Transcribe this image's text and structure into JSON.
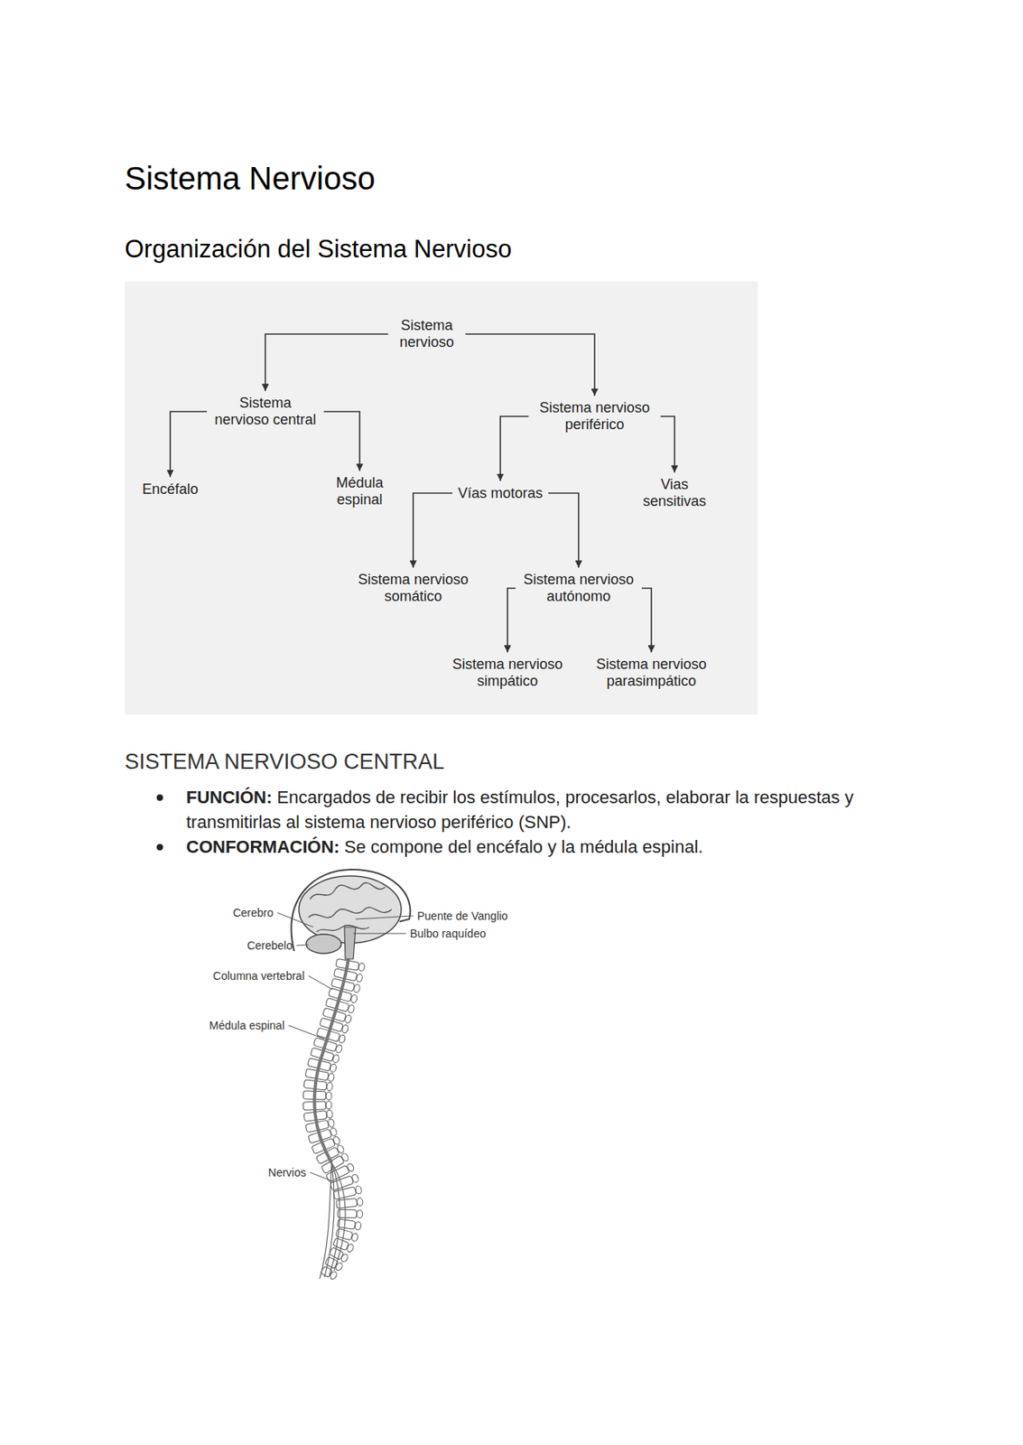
{
  "diagram": {
    "title": "Sistema Nervioso",
    "nodes": [
      {
        "text": [
          "Sistema nervioso"
        ]
      },
      {
        "text": [
          "Sistema nervioso central"
        ]
      },
      {
        "text": [
          "Sistema nervioso periférico"
        ]
      },
      {
        "text": [
          "Encéfalo"
        ]
      },
      {
        "text": [
          "Médula espinal"
        ]
      },
      {
        "text": [
          "Vías motoras"
        ]
      },
      {
        "text": [
          "Vias sensitivas"
        ]
      },
      {
        "text": [
          "Sistema nervioso somático"
        ]
      },
      {
        "text": [
          "Sistema nervioso autónomo"
        ]
      },
      {
        "text": [
          "Sistema nervioso simpático"
        ]
      },
      {
        "text": [
          "Sistema nervioso parasimpático"
        ]
      }
    ],
    "edges": [
      {
        "from": 0,
        "to": 1,
        "arrow": "to"
      },
      {
        "from": 0,
        "to": 2,
        "arrow": "to"
      },
      {
        "from": 1,
        "to": 3,
        "arrow": "to"
      },
      {
        "from": 1,
        "to": 4,
        "arrow": "to"
      },
      {
        "from": 2,
        "to": 5,
        "arrow": "to"
      },
      {
        "from": 2,
        "to": 6,
        "arrow": "to"
      },
      {
        "from": 5,
        "to": 7,
        "arrow": "to"
      },
      {
        "from": 5,
        "to": 8,
        "arrow": "to"
      },
      {
        "from": 8,
        "to": 9,
        "arrow": "to"
      },
      {
        "from": 8,
        "to": 10,
        "arrow": "to"
      }
    ],
    "labels": [
      "Organización del Sistema Nervioso",
      "SISTEMA NERVIOSO CENTRAL",
      "FUNCIÓN:",
      "Encargados de recibir los estímulos, procesarlos, elaborar la respuestas y transmitirlas al sistema nervioso periférico (SNP).",
      "CONFORMACIÓN:",
      "Se compone del encéfalo y la médula espinal.",
      "Cerebro",
      "Puente de Vanglio",
      "Bulbo raquídeo",
      "Cerebelo",
      "Columna vertebral",
      "Médula espinal",
      "Nervios"
    ]
  }
}
